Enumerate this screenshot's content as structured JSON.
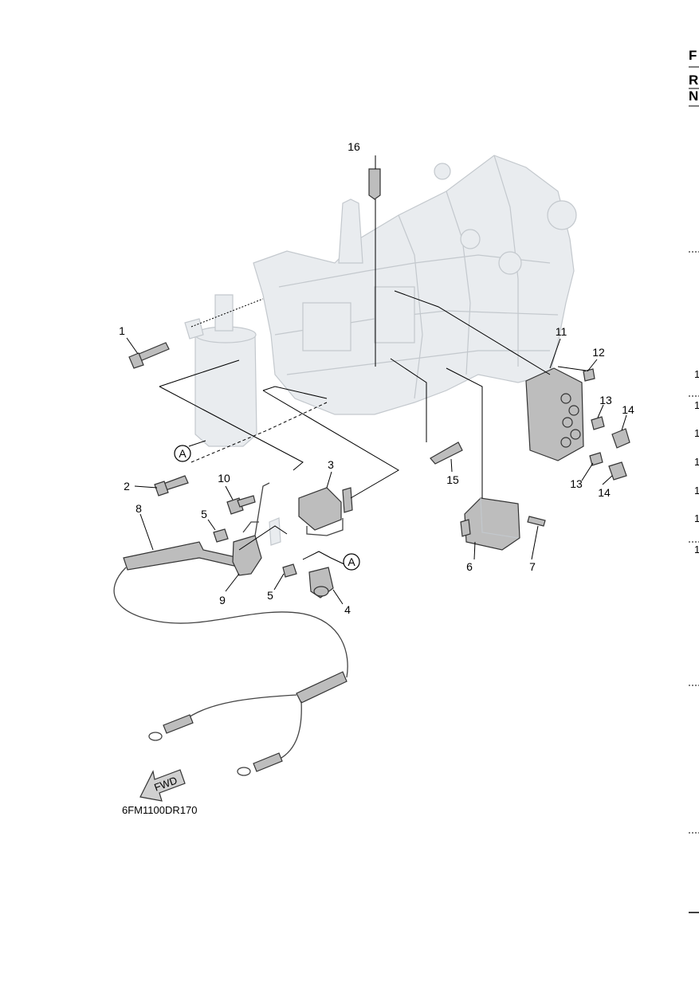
{
  "callouts": [
    "1",
    "2",
    "3",
    "4",
    "5",
    "5",
    "6",
    "7",
    "8",
    "9",
    "10",
    "11",
    "12",
    "13",
    "13",
    "14",
    "14",
    "15",
    "16"
  ],
  "ref_label": "A",
  "fwd_label": "FWD",
  "figure_code": "6FM1100DR170",
  "right_edge": {
    "letters": [
      "F",
      "R",
      "N"
    ],
    "numbers": [
      "1",
      "1",
      "1",
      "1",
      "1",
      "1",
      "1"
    ]
  },
  "colors": {
    "line": "#000000",
    "part_fill": "#bdbdbd",
    "ghost_fill": "#e9ecef"
  }
}
